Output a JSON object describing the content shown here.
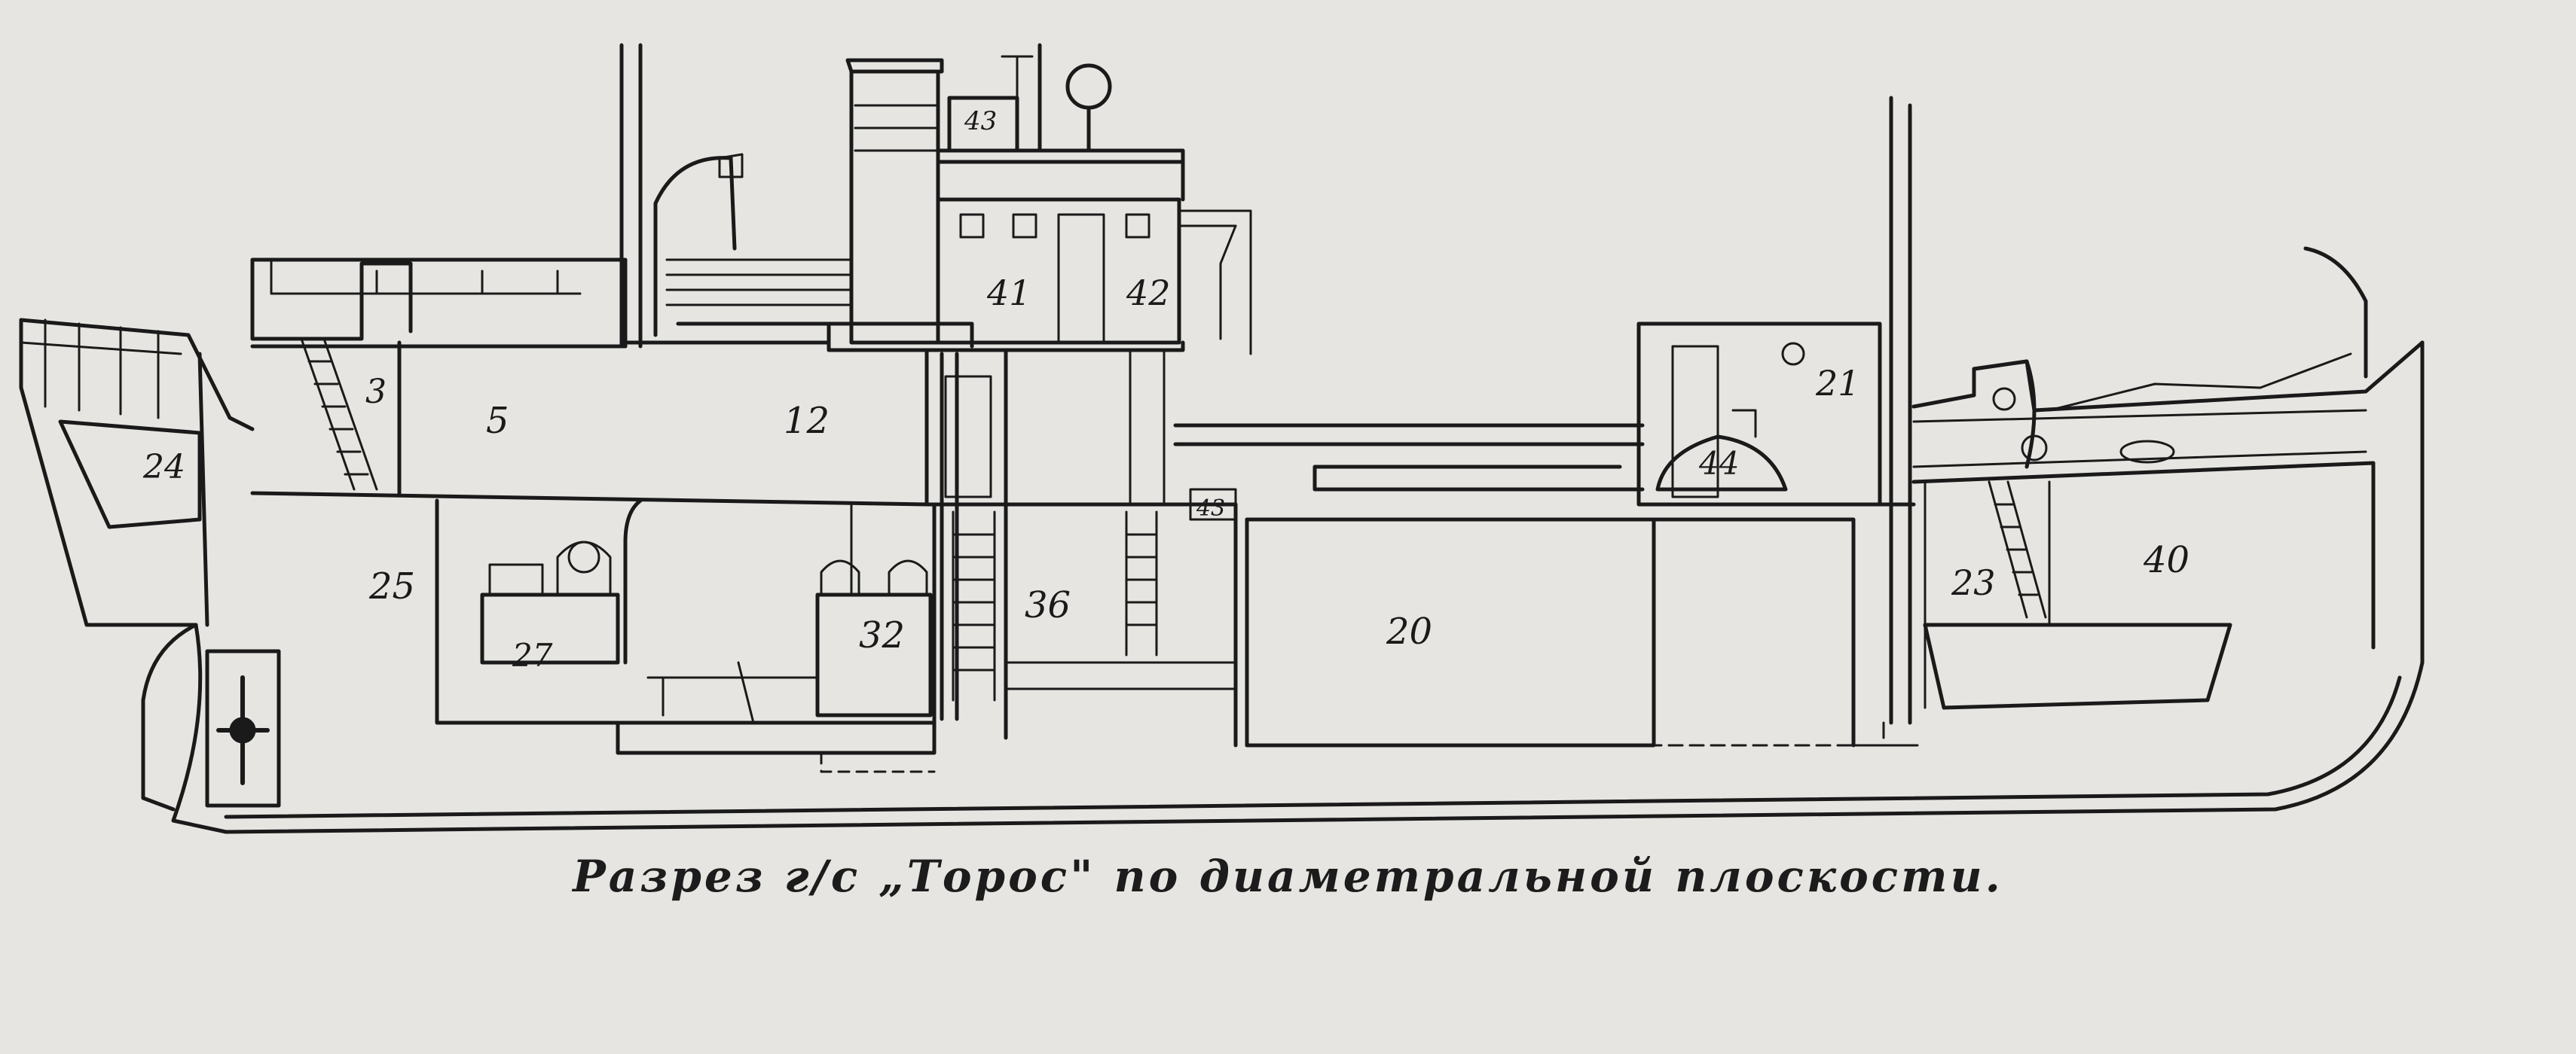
{
  "caption": "Разрез г/с „Торос\" по диаметральной плоскости.",
  "compartment_labels": [
    "3",
    "5",
    "12",
    "24",
    "25",
    "27",
    "32",
    "36",
    "20",
    "21",
    "44",
    "23",
    "40",
    "41",
    "42",
    "43",
    "43"
  ],
  "colors": {
    "paper": "#e6e5e1",
    "ink": "#1a1a1a"
  }
}
